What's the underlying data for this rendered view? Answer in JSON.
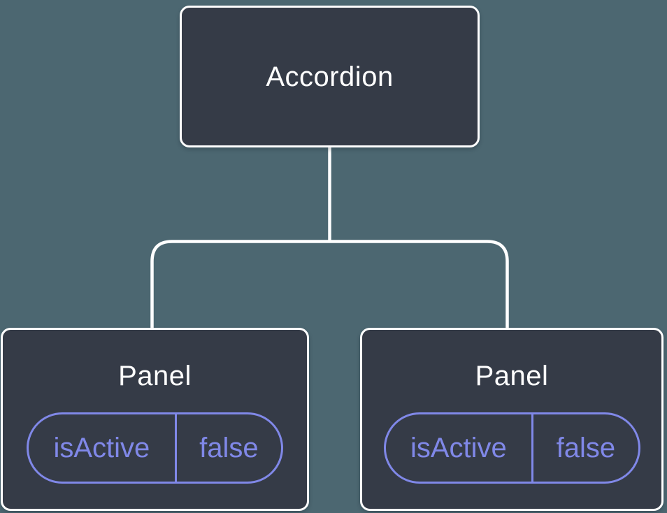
{
  "diagram": {
    "title": "component-state-tree",
    "colors": {
      "background": "#4C6771",
      "node_fill": "#353B47",
      "node_border": "#FFFFFF",
      "node_text": "#FFFFFF",
      "state_accent": "#8088E8",
      "connector": "#FFFFFF"
    },
    "root": {
      "label": "Accordion"
    },
    "children": [
      {
        "label": "Panel",
        "state": {
          "name": "isActive",
          "value": "false"
        }
      },
      {
        "label": "Panel",
        "state": {
          "name": "isActive",
          "value": "false"
        }
      }
    ]
  }
}
